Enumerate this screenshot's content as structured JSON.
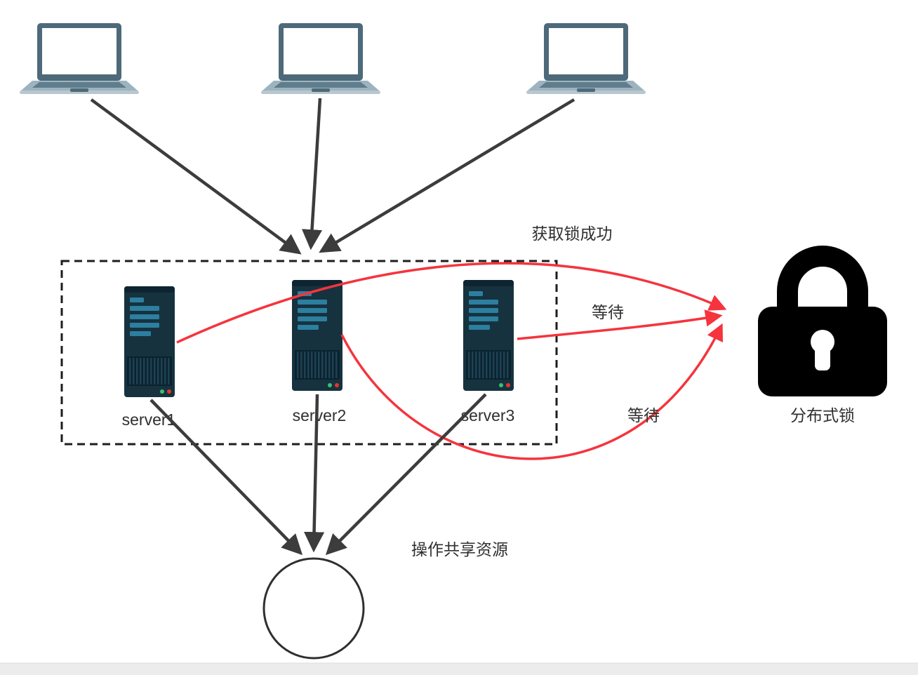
{
  "diagram": {
    "clients": [
      {
        "name": "client-laptop-1"
      },
      {
        "name": "client-laptop-2"
      },
      {
        "name": "client-laptop-3"
      }
    ],
    "servers": [
      {
        "label": "server1"
      },
      {
        "label": "server2"
      },
      {
        "label": "server3"
      }
    ],
    "lock": {
      "label": "分布式锁"
    },
    "annotations": {
      "acquire_lock_success": "获取锁成功",
      "wait_server3": "等待",
      "wait_server2": "等待",
      "shared_resource": "操作共享资源"
    },
    "colors": {
      "black_arrow": "#3c3c3c",
      "red_arrow": "#f5343d",
      "server_body": "#16323f",
      "server_bar": "#2d7fa0",
      "laptop_frame": "#4e6a7a",
      "lock": "#000000",
      "bottom_bar": "#ececec"
    }
  }
}
